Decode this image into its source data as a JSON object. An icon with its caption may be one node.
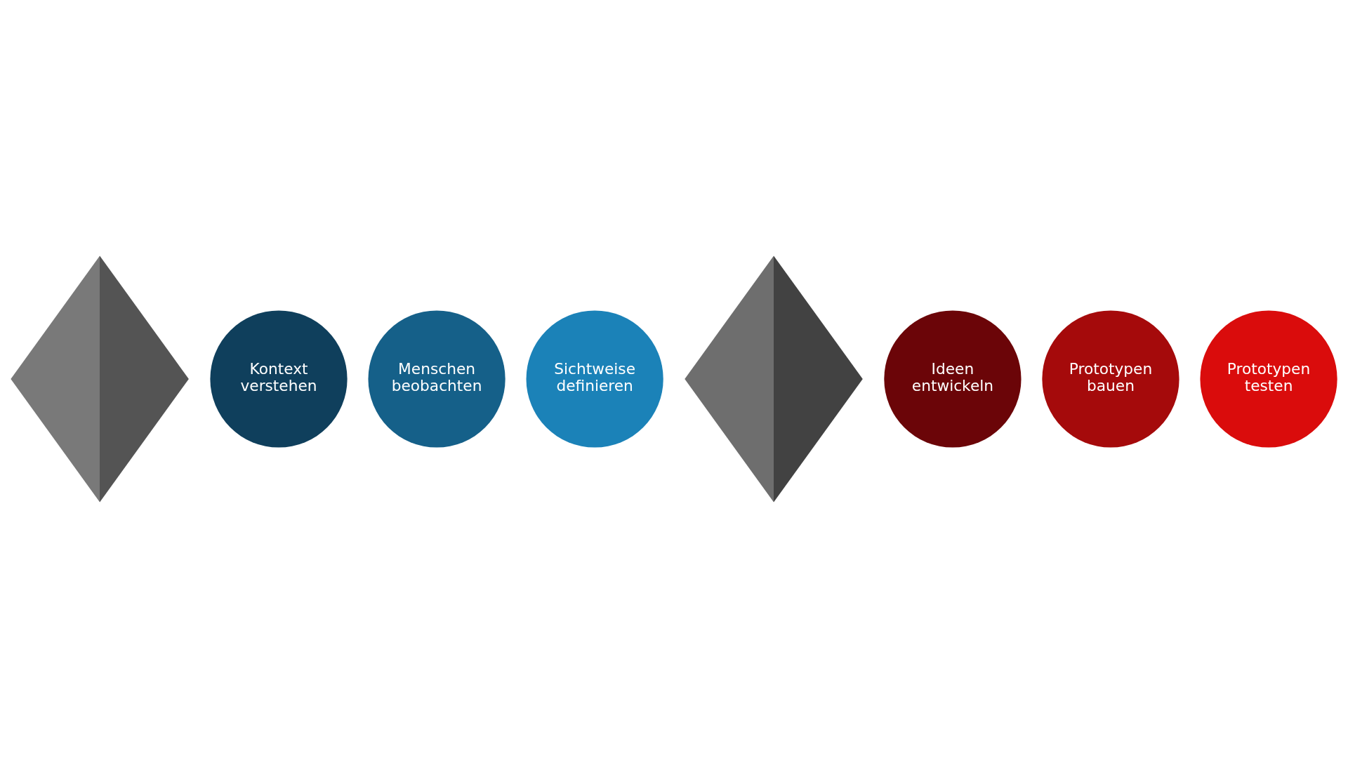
{
  "diagram": {
    "nodes": [
      {
        "text": [],
        "shape": "diamond"
      },
      {
        "text": [
          "Kontext verstehen"
        ]
      },
      {
        "text": [
          "Menschen beobachten"
        ]
      },
      {
        "text": [
          "Sichtweise definieren"
        ]
      },
      {
        "text": [],
        "shape": "diamond"
      },
      {
        "text": [
          "Ideen entwickeln"
        ]
      },
      {
        "text": [
          "Prototypen bauen"
        ]
      },
      {
        "text": [
          "Prototypen testen"
        ]
      }
    ],
    "edges": []
  }
}
